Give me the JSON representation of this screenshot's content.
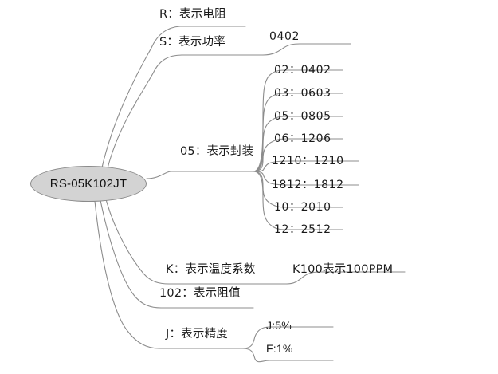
{
  "diagram": {
    "type": "mind-map",
    "title_text": "RS-05K102JT",
    "root": {
      "label": "RS-05K102JT",
      "shape": "ellipse",
      "fill_color": "#d3d3d3",
      "border_color": "#8a8a8a"
    },
    "line_color": "#8c8c8c",
    "text_color": "#1a1a1a",
    "branches": [
      {
        "id": "r",
        "label": "R：表示电阻",
        "children": []
      },
      {
        "id": "s",
        "label": "S：表示功率",
        "children": [
          {
            "id": "s-0402",
            "label": "0402"
          }
        ]
      },
      {
        "id": "package",
        "label": "05：表示封装",
        "children": [
          {
            "id": "pkg-02",
            "label": "02：0402"
          },
          {
            "id": "pkg-03",
            "label": "03：0603"
          },
          {
            "id": "pkg-05",
            "label": "05：0805"
          },
          {
            "id": "pkg-06",
            "label": "06：1206"
          },
          {
            "id": "pkg-1210",
            "label": "1210：1210"
          },
          {
            "id": "pkg-1812",
            "label": "1812：1812"
          },
          {
            "id": "pkg-10",
            "label": "10：2010"
          },
          {
            "id": "pkg-12",
            "label": "12：2512"
          }
        ]
      },
      {
        "id": "k",
        "label": "K：表示温度系数",
        "children": [
          {
            "id": "k-100",
            "label": "K100表示100PPM"
          }
        ]
      },
      {
        "id": "resistance",
        "label": "102：表示阻值",
        "children": []
      },
      {
        "id": "tolerance",
        "label": "J：表示精度",
        "children": [
          {
            "id": "tol-j",
            "label": "J:5%"
          },
          {
            "id": "tol-f",
            "label": "F:1%"
          }
        ]
      }
    ]
  }
}
